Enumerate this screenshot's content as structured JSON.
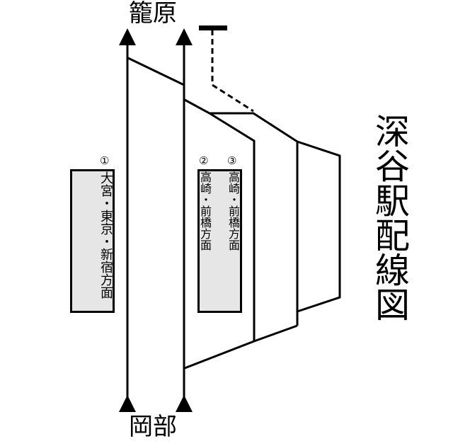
{
  "title": "深谷駅配線図",
  "direction_top": "籠原",
  "direction_bottom": "岡部",
  "platforms": [
    {
      "number": "①",
      "destination": "大宮・東京・新宿方面"
    },
    {
      "number": "②",
      "destination": "高崎・前橋方面"
    },
    {
      "number": "③",
      "destination": "高崎・前橋方面"
    }
  ],
  "colors": {
    "line": "#000000",
    "platform": "#e6e6e6"
  }
}
